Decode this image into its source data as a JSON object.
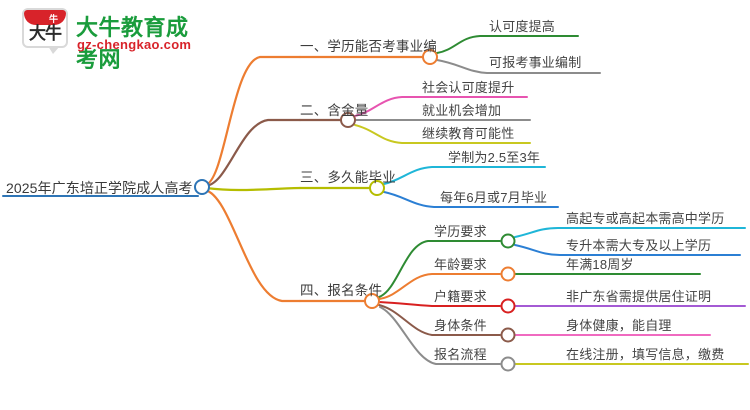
{
  "logo": {
    "mark_text": "大牛",
    "mark_badge": "牛",
    "brand_cn": "大牛教育成考网",
    "brand_url": "gz-chengkao.com"
  },
  "mindmap": {
    "root": {
      "label": "2025年广东培正学院成人高考",
      "node_color": "#2e75b6"
    },
    "branches": [
      {
        "label": "一、学历能否考事业编",
        "color": "#ed7d31",
        "children": [
          {
            "label": "认可度提高",
            "color": "#2e8b33"
          },
          {
            "label": "可报考事业编制",
            "color": "#8c8c8c"
          }
        ]
      },
      {
        "label": "二、含金量",
        "color": "#8b5a4a",
        "children": [
          {
            "label": "社会认可度提升",
            "color": "#e754b0"
          },
          {
            "label": "就业机会增加",
            "color": "#8c8c8c"
          },
          {
            "label": "继续教育可能性",
            "color": "#c8c820"
          }
        ]
      },
      {
        "label": "三、多久能毕业",
        "color": "#b5bd00",
        "children": [
          {
            "label": "学制为2.5至3年",
            "color": "#1fb6d8"
          },
          {
            "label": "每年6月或7月毕业",
            "color": "#2b7fd4"
          }
        ]
      },
      {
        "label": "四、报名条件",
        "color": "#ed7d31",
        "children": [
          {
            "label": "学历要求",
            "color": "#2e8b33",
            "children": [
              {
                "label": "高起专或高起本需高中学历",
                "color": "#1fb6d8"
              },
              {
                "label": "专升本需大专及以上学历",
                "color": "#2b7fd4"
              }
            ]
          },
          {
            "label": "年龄要求",
            "color": "#ed7d31",
            "children": [
              {
                "label": "年满18周岁",
                "color": "#2e8b33"
              }
            ]
          },
          {
            "label": "户籍要求",
            "color": "#d82020",
            "children": [
              {
                "label": "非广东省需提供居住证明",
                "color": "#a45ad4"
              }
            ]
          },
          {
            "label": "身体条件",
            "color": "#8b5a4a",
            "children": [
              {
                "label": "身体健康，能自理",
                "color": "#f06ac0"
              }
            ]
          },
          {
            "label": "报名流程",
            "color": "#8c8c8c",
            "children": [
              {
                "label": "在线注册，填写信息，缴费",
                "color": "#c8c820"
              }
            ]
          }
        ]
      }
    ]
  }
}
